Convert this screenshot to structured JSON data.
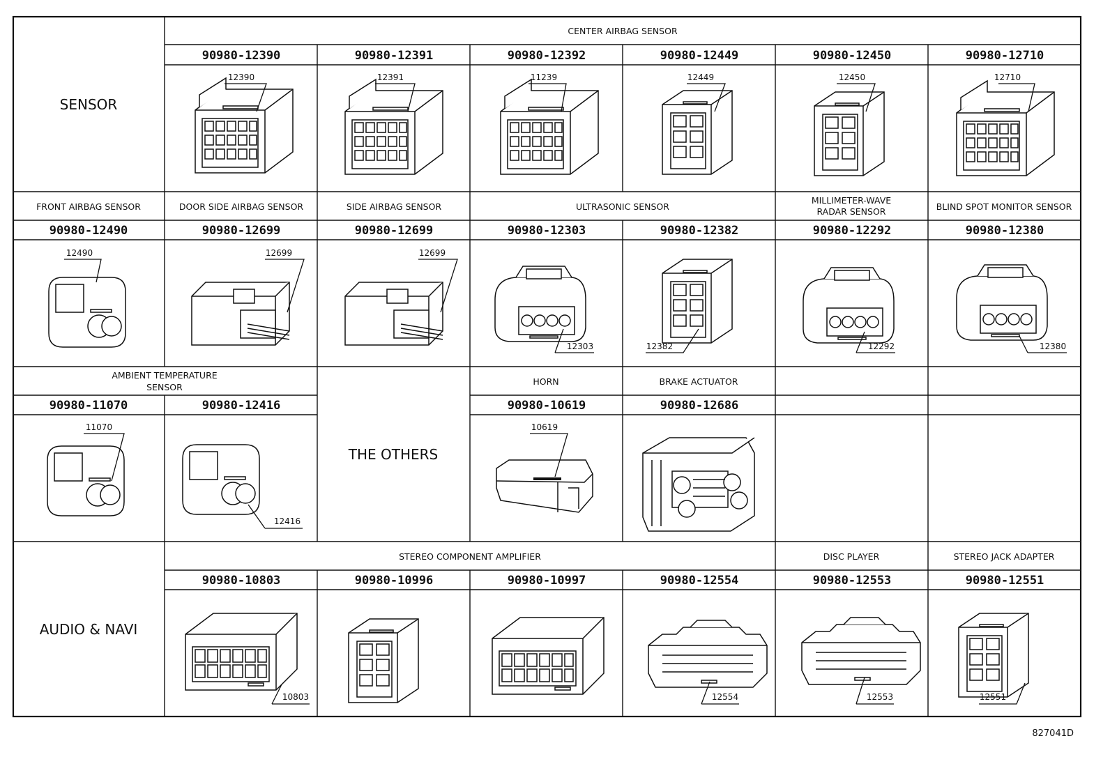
{
  "drawing_id": "827041D",
  "sections": {
    "sensor": "SENSOR",
    "others": "THE OTHERS",
    "audio": "AUDIO & NAVI"
  },
  "groups": {
    "center_airbag": "CENTER AIRBAG SENSOR",
    "front_airbag": "FRONT AIRBAG SENSOR",
    "door_side_airbag": "DOOR SIDE AIRBAG SENSOR",
    "side_airbag": "SIDE AIRBAG SENSOR",
    "ultrasonic": "ULTRASONIC SENSOR",
    "mmwave_line1": "MILLIMETER-WAVE",
    "mmwave_line2": "RADAR SENSOR",
    "blind_spot": "BLIND SPOT MONITOR SENSOR",
    "ambient_line1": "AMBIENT TEMPERATURE",
    "ambient_line2": "SENSOR",
    "horn": "HORN",
    "brake": "BRAKE ACTUATOR",
    "stereo_amp": "STEREO COMPONENT AMPLIFIER",
    "disc_player": "DISC PLAYER",
    "stereo_jack": "STEREO JACK ADAPTER"
  },
  "parts": {
    "p12390": "90980-12390",
    "l12390": "12390",
    "p12391": "90980-12391",
    "l12391": "12391",
    "p12392": "90980-12392",
    "l12392": "11239",
    "p12449": "90980-12449",
    "l12449": "12449",
    "p12450": "90980-12450",
    "l12450": "12450",
    "p12710": "90980-12710",
    "l12710": "12710",
    "p12490": "90980-12490",
    "l12490": "12490",
    "p12699a": "90980-12699",
    "l12699a": "12699",
    "p12699b": "90980-12699",
    "l12699b": "12699",
    "p12303": "90980-12303",
    "l12303": "12303",
    "p12382": "90980-12382",
    "l12382": "12382",
    "p12292": "90980-12292",
    "l12292": "12292",
    "p12380": "90980-12380",
    "l12380": "12380",
    "p11070": "90980-11070",
    "l11070": "11070",
    "p12416": "90980-12416",
    "l12416": "12416",
    "p10619": "90980-10619",
    "l10619": "10619",
    "p12686": "90980-12686",
    "p10803": "90980-10803",
    "l10803": "10803",
    "p10996": "90980-10996",
    "p10997": "90980-10997",
    "p12554": "90980-12554",
    "l12554": "12554",
    "p12553": "90980-12553",
    "l12553": "12553",
    "p12551": "90980-12551",
    "l12551": "12551"
  }
}
